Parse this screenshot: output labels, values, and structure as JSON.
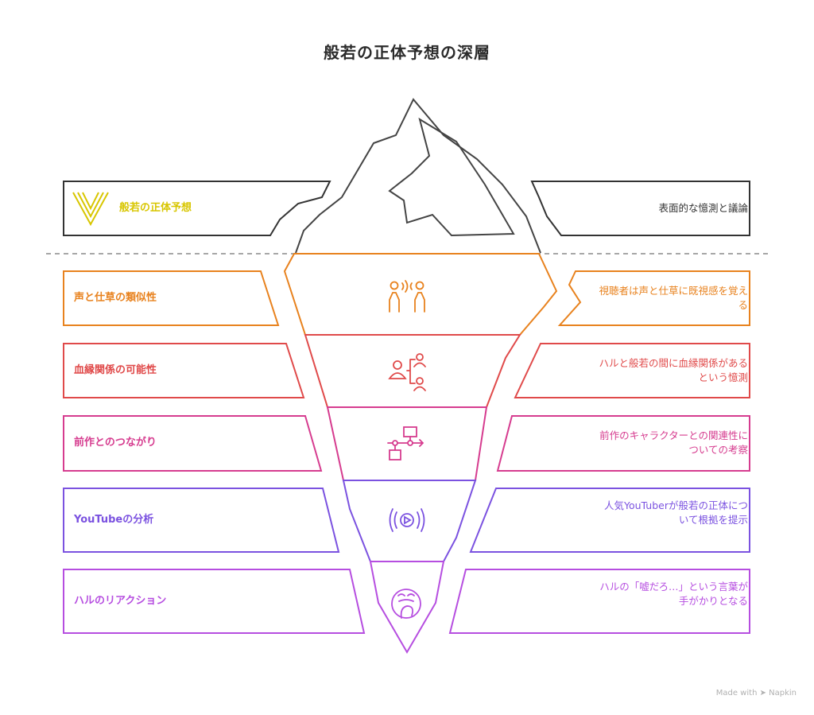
{
  "title": "般若の正体予想の深層",
  "surface": {
    "label": "般若の正体予想",
    "description": "表面的な憶測と議論",
    "color": "#d8c600"
  },
  "layers": [
    {
      "label": "声と仕草の類似性",
      "description": "視聴者は声と仕草に既視感を覚える",
      "color": "#e8821e",
      "icon": "people-talking-icon"
    },
    {
      "label": "血縁関係の可能性",
      "description": "ハルと般若の間に血縁関係があるという憶測",
      "color": "#e04a4a",
      "icon": "family-tree-icon"
    },
    {
      "label": "前作とのつながり",
      "description": "前作のキャラクターとの関連性についての考察",
      "color": "#d63c8f",
      "icon": "flowchart-icon"
    },
    {
      "label": "YouTubeの分析",
      "description": "人気YouTuberが般若の正体について根拠を提示",
      "color": "#7b52e0",
      "icon": "broadcast-play-icon"
    },
    {
      "label": "ハルのリアクション",
      "description": "ハルの「嘘だろ…」という言葉が手がかりとなる",
      "color": "#b64ee0",
      "icon": "surprised-face-icon"
    }
  ],
  "credit": "Made with ➤ Napkin"
}
